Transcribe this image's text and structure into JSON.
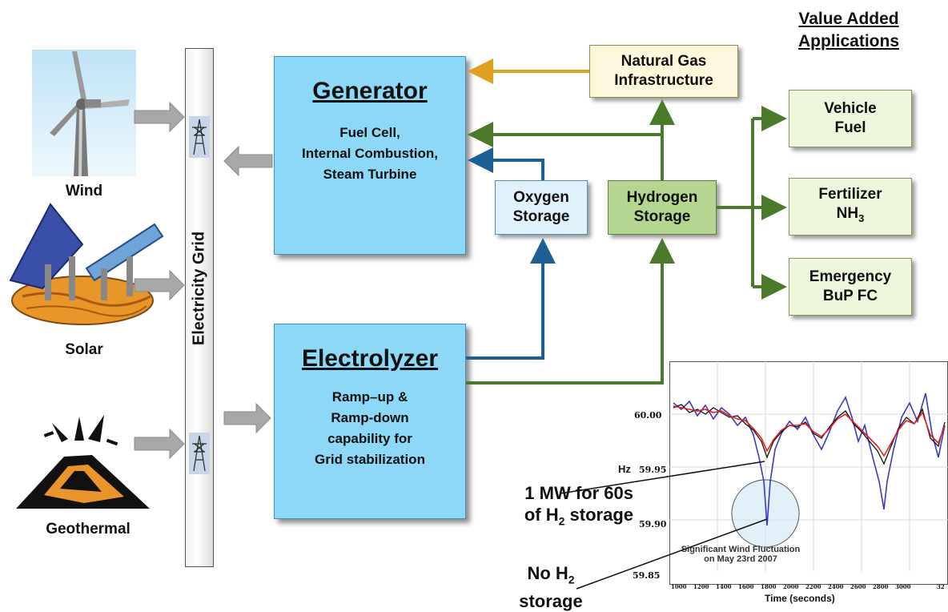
{
  "heading": {
    "line1": "Value Added",
    "line2": "Applications"
  },
  "sources": {
    "wind": "Wind",
    "solar": "Solar",
    "geothermal": "Geothermal"
  },
  "grid_label": "Electricity Grid",
  "generator": {
    "title": "Generator",
    "line1": "Fuel Cell,",
    "line2": "Internal Combustion,",
    "line3": "Steam Turbine"
  },
  "electrolyzer": {
    "title": "Electrolyzer",
    "line1": "Ramp–up &",
    "line2": "Ramp-down",
    "line3": "capability for",
    "line4": "Grid stabilization"
  },
  "natural_gas": {
    "line1": "Natural Gas",
    "line2": "Infrastructure"
  },
  "oxygen": {
    "line1": "Oxygen",
    "line2": "Storage"
  },
  "hydrogen": {
    "line1": "Hydrogen",
    "line2": "Storage"
  },
  "applications": {
    "vehicle": {
      "line1": "Vehicle",
      "line2": "Fuel"
    },
    "fertilizer": {
      "line1": "Fertilizer",
      "line2": "NH",
      "sub": "3"
    },
    "emergency": {
      "line1": "Emergency",
      "line2": "BuP FC"
    }
  },
  "annotations": {
    "a1_line1": "1 MW for 60s",
    "a1_line2_pre": "of H",
    "a1_sub": "2",
    "a1_line2_post": " storage",
    "a2_line1_pre": "No H",
    "a2_sub": "2",
    "a2_line2": "storage"
  },
  "plot": {
    "y_unit": "Hz",
    "y_ticks": [
      "60.00",
      "59.95",
      "59.90",
      "59.85"
    ],
    "x_ticks": [
      "1000",
      "1200",
      "1400",
      "1600",
      "1800",
      "2000",
      "2200",
      "2400",
      "2600",
      "2800",
      "3000",
      "32"
    ],
    "xlabel": "Time (seconds)",
    "note_line1": "Significant Wind Fluctuation",
    "note_line2": "on May 23rd 2007"
  },
  "colors": {
    "gas_arrow": "#e0a020",
    "green_arrow": "#4a7a2a",
    "blue_arrow": "#1d5f95",
    "gray_arrow": "#a8a8a8",
    "box_blue": "#8dd8f6"
  }
}
